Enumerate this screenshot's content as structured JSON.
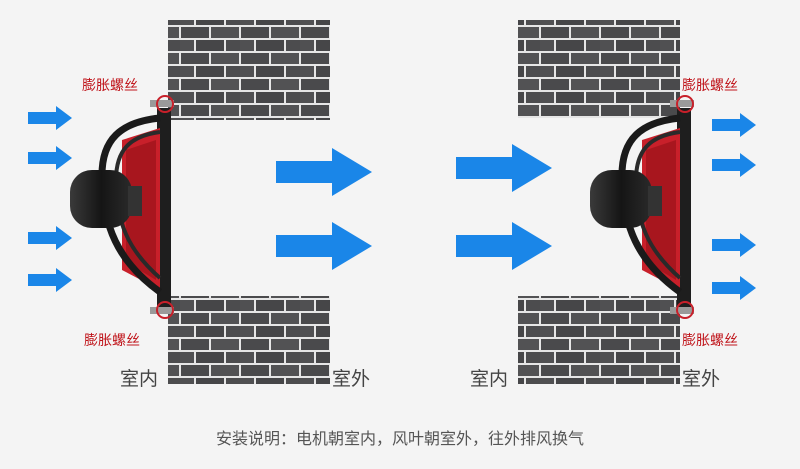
{
  "labels": {
    "screw": "膨胀螺丝",
    "indoor": "室内",
    "outdoor": "室外"
  },
  "caption": "安装说明：电机朝室内，风叶朝室外，往外排风换气",
  "colors": {
    "arrow": "#1a86e8",
    "brick": "#4a4a4c",
    "mortar": "#e6e6e6",
    "fan_red": "#c8202a",
    "motor": "#1b1b1b",
    "screw_label": "#c0151b"
  },
  "icons": [
    "airflow-arrow-icon",
    "exhaust-fan-icon",
    "expansion-screw-icon",
    "brick-wall-icon"
  ]
}
